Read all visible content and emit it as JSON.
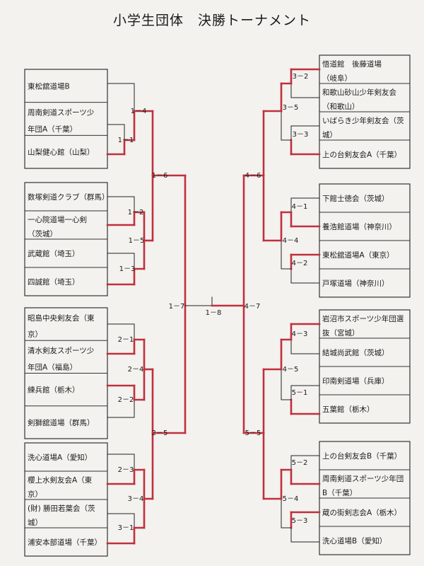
{
  "title": "小学生団体　決勝トーナメント",
  "colors": {
    "line": "#222222",
    "winner": "#c0303c",
    "box": "#333333"
  },
  "left_teams": [
    [
      "東松舘道場B"
    ],
    [
      "周南剣道スポーツ少",
      "年団A（千葉）"
    ],
    [
      "山梨健心館（山梨）"
    ],
    [
      "数塚剣道クラブ（群馬）"
    ],
    [
      "一心院道場一心剣",
      "（茨城）"
    ],
    [
      "武蔵館（埼玉）"
    ],
    [
      "四誠館（埼玉）"
    ],
    [
      "昭島中央剣友会（東",
      "京）"
    ],
    [
      "清水剣友スポーツ少",
      "年団A（福島）"
    ],
    [
      "練兵館（栃木）"
    ],
    [
      "剣獅舘道場（群馬）"
    ],
    [
      "洗心道場A（愛知）"
    ],
    [
      "櫻上水剣友会A（東",
      "京）"
    ],
    [
      "(財) 勝田若葉会（茨",
      "城）"
    ],
    [
      "浦安本部道場（千葉）"
    ]
  ],
  "right_teams": [
    [
      "悟道館　後藤道場",
      "（岐阜）"
    ],
    [
      "和歌山砂山少年剣友会",
      "（和歌山）"
    ],
    [
      "いばらき少年剣友会（茨",
      "城）"
    ],
    [
      "上の台剣友会A（千葉）"
    ],
    [
      "下館士徳会（茨城）"
    ],
    [
      "養浩館道場（神奈川）"
    ],
    [
      "東松舘道場A（東京）"
    ],
    [
      "戸塚道場（神奈川）"
    ],
    [
      "岩沼市スポーツ少年団選",
      "抜（宮城）"
    ],
    [
      "結城尚武館（茨城）"
    ],
    [
      "印南剣道場（兵庫）"
    ],
    [
      "五葉館（栃木）"
    ],
    [
      "上の台剣友会B（千葉）"
    ],
    [
      "周南剣道スポーツ少年団",
      "B（千葉）"
    ],
    [
      "蔵の街剣志会A（栃木）"
    ],
    [
      "洗心道場B（愛知）"
    ]
  ],
  "scores": {
    "l1_1": "1－1",
    "l1_2": "1－2",
    "l1_3": "1－3",
    "l2_1": "2－1",
    "l2_2": "2－2",
    "l2_3": "2－3",
    "l3_1": "3－1",
    "l1_4": "1－4",
    "l1_5": "1－5",
    "l2_4": "2－4",
    "l3_4": "3－4",
    "l1_6": "1－6",
    "l2_5": "2－5",
    "l1_7": "1－7",
    "final": "1－8",
    "r3_2": "3－2",
    "r3_3": "3－3",
    "r4_1": "4－1",
    "r4_2": "4－2",
    "r4_3": "4－3",
    "r5_1": "5－1",
    "r5_2": "5－2",
    "r5_3": "5－3",
    "r3_5": "3－5",
    "r4_4": "4－4",
    "r4_5": "4－5",
    "r5_4": "5－4",
    "r4_6": "4－6",
    "r5_5": "5－5",
    "r4_7": "4－7"
  }
}
